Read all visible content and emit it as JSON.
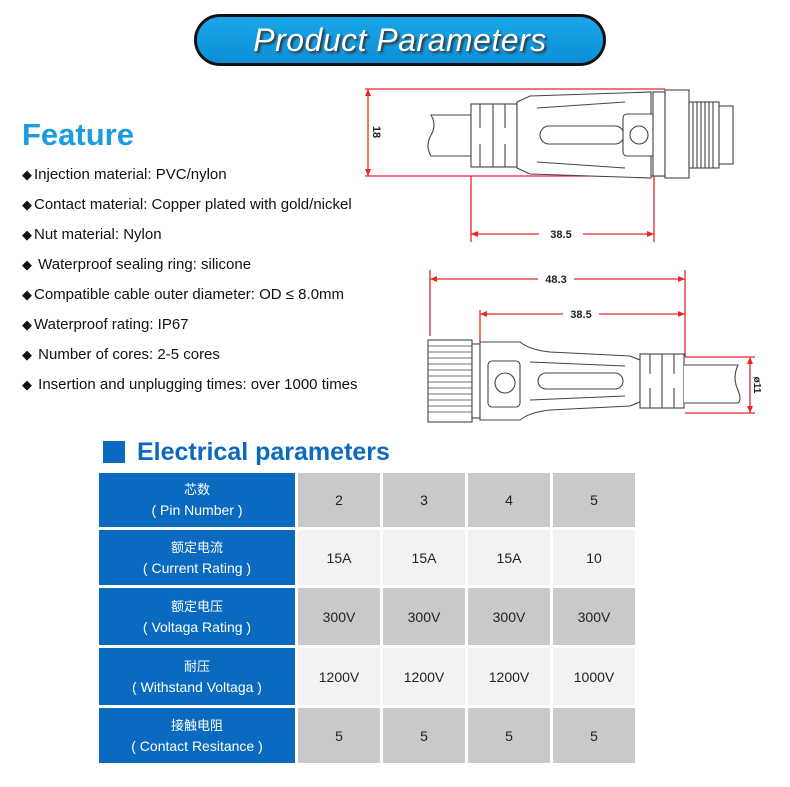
{
  "banner": {
    "title": "Product Parameters"
  },
  "feature": {
    "title": "Feature",
    "bullet": "◆",
    "items": [
      "Injection material: PVC/nylon",
      "Contact material: Copper plated with gold/nickel",
      "Nut material: Nylon",
      " Waterproof sealing ring: silicone",
      "Compatible cable outer diameter: OD ≤ 8.0mm",
      "Waterproof rating: IP67",
      " Number of cores: 2-5 cores",
      " Insertion and unplugging times: over 1000 times"
    ]
  },
  "drawings": {
    "male": {
      "height_dim": "18",
      "length_dim": "38.5"
    },
    "female": {
      "total_length_dim": "48.3",
      "body_length_dim": "38.5",
      "cable_dim": "ø11"
    }
  },
  "electrical": {
    "title": "Electrical parameters",
    "rows": [
      {
        "zh": "芯数",
        "en": "( Pin Number )",
        "values": [
          "2",
          "3",
          "4",
          "5"
        ]
      },
      {
        "zh": "额定电流",
        "en": "( Current Rating )",
        "values": [
          "15A",
          "15A",
          "15A",
          "10"
        ]
      },
      {
        "zh": "额定电压",
        "en": "( Voltaga Rating )",
        "values": [
          "300V",
          "300V",
          "300V",
          "300V"
        ]
      },
      {
        "zh": "耐压",
        "en": "( Withstand Voltaga )",
        "values": [
          "1200V",
          "1200V",
          "1200V",
          "1000V"
        ]
      },
      {
        "zh": "接触电阻",
        "en": "( Contact Resitance )",
        "values": [
          "5",
          "5",
          "5",
          "5"
        ]
      }
    ]
  },
  "colors": {
    "banner_blue": "#1aa6ea",
    "feature_blue": "#1a9ce0",
    "table_blue": "#0a6ac0",
    "dim_red": "#e8262a"
  }
}
